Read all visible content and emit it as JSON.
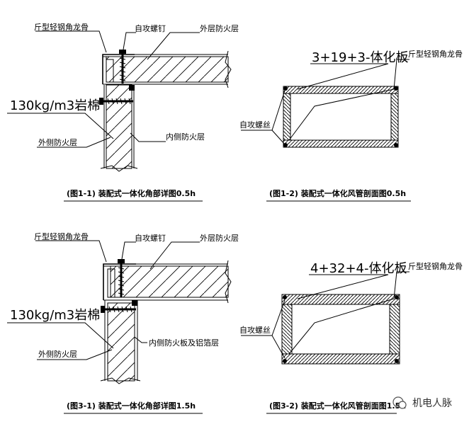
{
  "fig1_1": {
    "label_keel": "斤型轻钢角龙骨",
    "label_screw": "自攻螺钉",
    "label_outer_layer": "外层防火层",
    "label_density": "130kg/m3岩棉",
    "label_outer_side": "外侧防火层",
    "label_inner_side": "内侧防火层",
    "caption": "(图1-1) 装配式一体化角部详图0.5h"
  },
  "fig1_2": {
    "label_board": "3+19+3-体化板",
    "label_keel": "斤型轻钢角龙骨",
    "label_screw": "自攻螺丝",
    "caption": "(图1-2) 装配式一体化风管剖面图0.5h"
  },
  "fig3_1": {
    "label_keel": "斤型轻钢角龙骨",
    "label_screw": "自攻螺钉",
    "label_outer_layer": "外层防火层",
    "label_density": "130kg/m3岩棉",
    "label_outer_side": "外侧防火层",
    "label_inner_side": "内侧防火板及铝箔层",
    "caption": "(图3-1) 装配式一体化角部详图1.5h"
  },
  "fig3_2": {
    "label_board": "4+32+4-体化板",
    "label_keel": "斤型轻钢角龙骨",
    "label_screw": "自攻螺丝",
    "caption": "(图3-2) 装配式一体化风管剖面图1.5h"
  },
  "watermark": "机电人脉"
}
